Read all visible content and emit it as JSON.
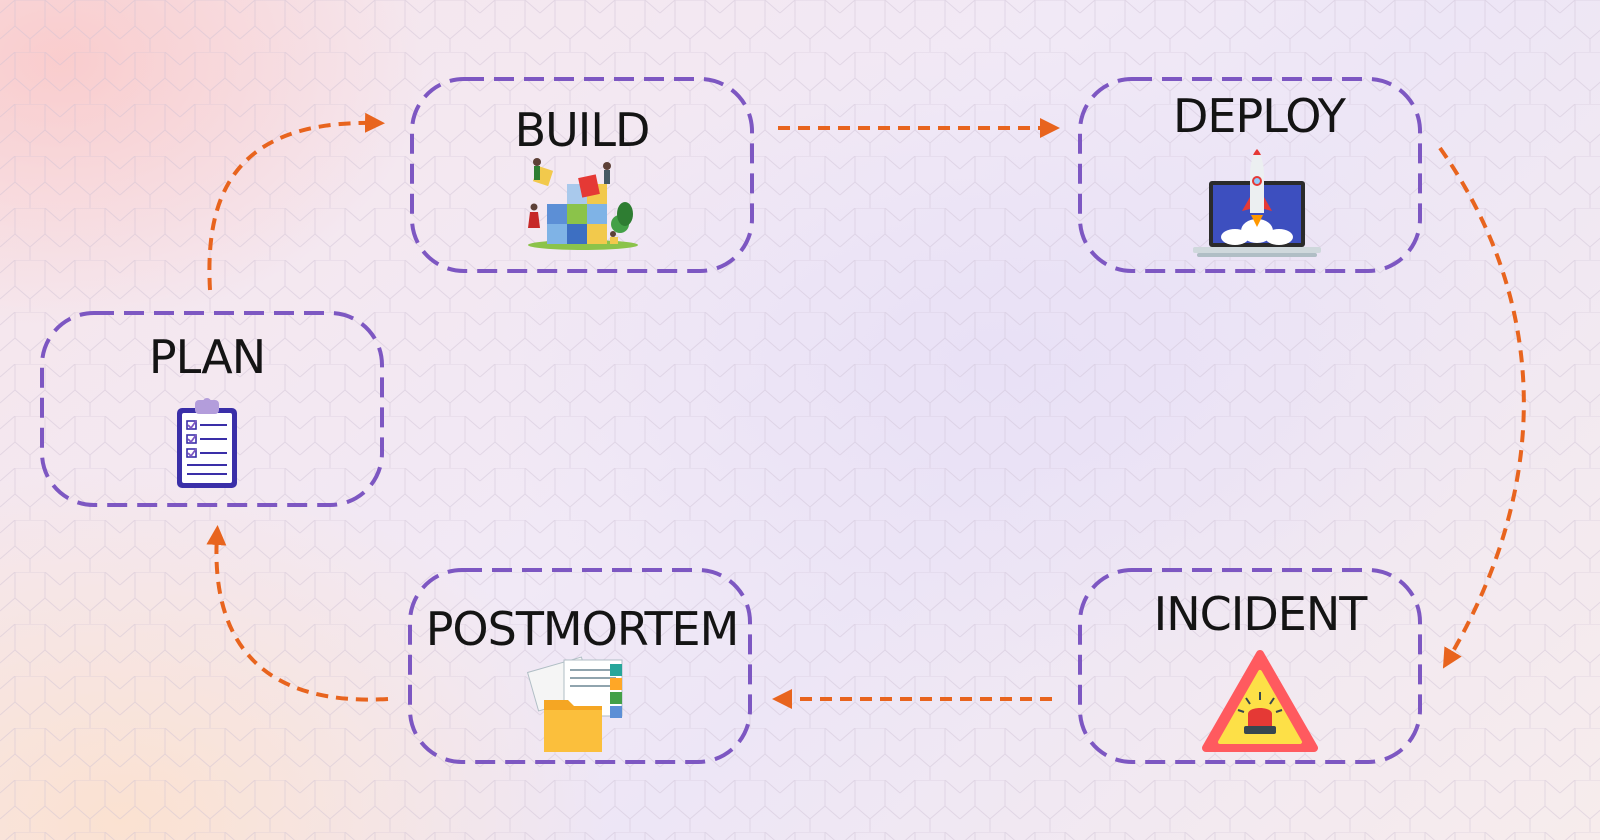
{
  "diagram": {
    "nodes": [
      {
        "id": "plan",
        "label": "PLAN",
        "icon": "clipboard-checklist-icon"
      },
      {
        "id": "build",
        "label": "BUILD",
        "icon": "puzzle-team-icon"
      },
      {
        "id": "deploy",
        "label": "DEPLOY",
        "icon": "laptop-rocket-icon"
      },
      {
        "id": "incident",
        "label": "INCIDENT",
        "icon": "alarm-warning-icon"
      },
      {
        "id": "postmortem",
        "label": "POSTMORTEM",
        "icon": "folder-documents-icon"
      }
    ],
    "edges": [
      {
        "from": "plan",
        "to": "build"
      },
      {
        "from": "build",
        "to": "deploy"
      },
      {
        "from": "deploy",
        "to": "incident"
      },
      {
        "from": "incident",
        "to": "postmortem"
      },
      {
        "from": "postmortem",
        "to": "plan"
      }
    ],
    "colors": {
      "node_border": "#7d57c2",
      "arrow": "#e8641e",
      "label": "#141414"
    }
  }
}
